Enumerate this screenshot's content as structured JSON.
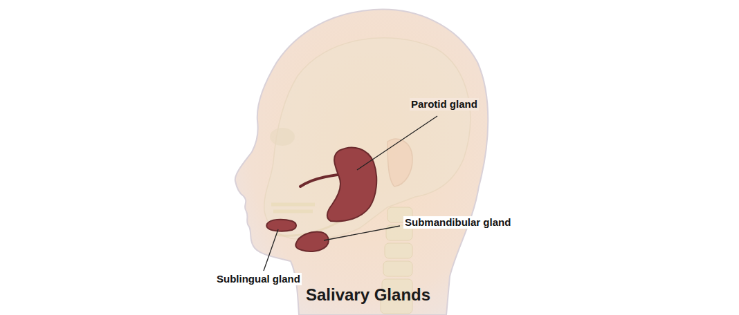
{
  "diagram": {
    "title": "Salivary Glands",
    "labels": [
      "Parotid gland",
      "Submandibular gland",
      "Sublingual gland"
    ]
  }
}
